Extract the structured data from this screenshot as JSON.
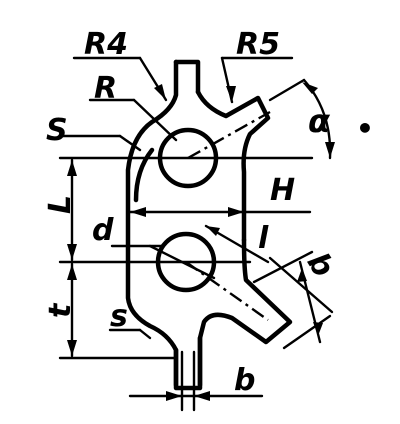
{
  "labels": {
    "r4": "R4",
    "r5": "R5",
    "r": "R",
    "s_upper": "S",
    "alpha": "α",
    "alpha_dot": "•",
    "h": "H",
    "l_left": "L",
    "d": "d",
    "l_small": "l",
    "b_italic": "b",
    "t": "t",
    "s_lower": "s",
    "b_bottom": "b"
  }
}
